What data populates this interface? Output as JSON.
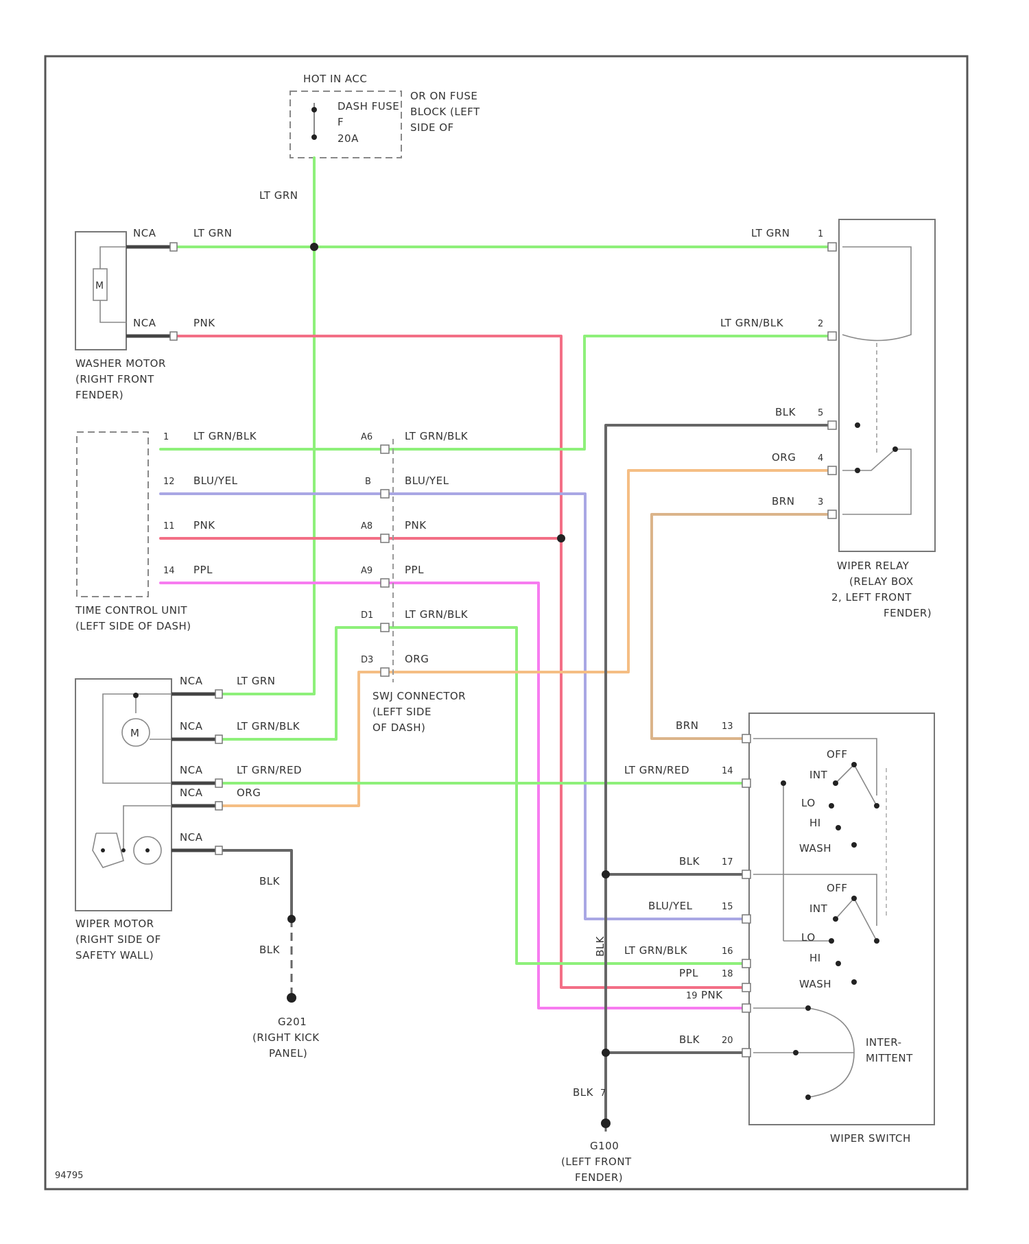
{
  "colors": {
    "lt_grn": "#8ef07a",
    "pnk": "#f36f86",
    "blu_yel": "#a9a7e4",
    "ppl": "#f77cf0",
    "org": "#f5be84",
    "brn": "#dbb48a",
    "blk": "#666666"
  },
  "fuse": {
    "hot_label": "HOT IN ACC",
    "name": "DASH FUSE",
    "number": "F",
    "rating": "20A",
    "location_1": "OR ON FUSE",
    "location_2": "BLOCK (LEFT",
    "location_3": "SIDE OF"
  },
  "washer_motor": {
    "pin_top": "NCA",
    "pin_bottom": "NCA",
    "symbol": "M",
    "caption_1": "WASHER MOTOR",
    "caption_2": "(RIGHT FRONT",
    "caption_3": "FENDER)"
  },
  "time_control_unit": {
    "caption_1": "TIME CONTROL UNIT",
    "caption_2": "(LEFT SIDE OF DASH)"
  },
  "joint_connector": {
    "caption_1": "SWJ CONNECTOR",
    "caption_2": "(LEFT SIDE",
    "caption_3": "OF DASH)"
  },
  "wiper_motor": {
    "pins": [
      "NCA",
      "NCA",
      "NCA",
      "NCA",
      "NCA"
    ],
    "symbol": "M",
    "caption_1": "WIPER MOTOR",
    "caption_2": "(RIGHT SIDE OF",
    "caption_3": "SAFETY WALL)"
  },
  "ground_g201": {
    "caption_1": "G201",
    "caption_2": "(RIGHT KICK",
    "caption_3": "PANEL)"
  },
  "ground_g100": {
    "caption_1": "G100",
    "caption_2": "(LEFT FRONT",
    "caption_3": "FENDER)"
  },
  "wiper_relay": {
    "caption_1": "WIPER RELAY",
    "caption_2": "(RELAY BOX",
    "caption_3": "2, LEFT FRONT",
    "caption_4": "FENDER)"
  },
  "wiper_switch": {
    "caption": "WIPER SWITCH",
    "pos_off_1": "OFF",
    "pos_int_1": "INT",
    "pos_lo_1": "LO",
    "pos_hi_1": "HI",
    "pos_wash_1": "WASH",
    "pos_off_2": "OFF",
    "pos_int_2": "INT",
    "pos_lo_2": "LO",
    "pos_hi_2": "HI",
    "pos_wash_2": "WASH",
    "intermittent_1": "INTER-",
    "intermittent_2": "MITTENT"
  },
  "wires": {
    "fuse_drop": "LT GRN",
    "washer_top": "LT GRN",
    "washer_bottom": "PNK",
    "relay_1": "LT GRN",
    "relay_1_pin": "1",
    "relay_2": "LT GRN/BLK",
    "relay_2_pin": "2",
    "relay_5": "BLK",
    "relay_5_pin": "5",
    "relay_4": "ORG",
    "relay_4_pin": "4",
    "relay_3": "BRN",
    "relay_3_pin": "3",
    "tcu_1": "LT GRN/BLK",
    "tcu_1_pin": "1",
    "tcu_12": "BLU/YEL",
    "tcu_12_pin": "12",
    "tcu_11": "PNK",
    "tcu_11_pin": "11",
    "tcu_14": "PPL",
    "tcu_14_pin": "14",
    "jc_a6": "LT GRN/BLK",
    "jc_a6_pin": "A6",
    "jc_b": "BLU/YEL",
    "jc_b_pin": "B",
    "jc_a8": "PNK",
    "jc_a8_pin": "A8",
    "jc_a9": "PPL",
    "jc_a9_pin": "A9",
    "jc_d1": "LT GRN/BLK",
    "jc_d1_pin": "D1",
    "jc_d3": "ORG",
    "jc_d3_pin": "D3",
    "wm_1": "LT GRN",
    "wm_2": "LT GRN/BLK",
    "wm_3": "LT GRN/RED",
    "wm_4": "ORG",
    "wm_gnd_1": "BLK",
    "wm_gnd_2": "BLK",
    "sw_13": "BRN",
    "sw_13_pin": "13",
    "sw_14": "LT GRN/RED",
    "sw_14_pin": "14",
    "sw_17": "BLK",
    "sw_17_pin": "17",
    "sw_15": "BLU/YEL",
    "sw_15_pin": "15",
    "sw_16": "LT GRN/BLK",
    "sw_16_pin": "16",
    "sw_18": "PPL",
    "sw_18_pin": "18",
    "sw_19": "PNK",
    "sw_19_pin": "19",
    "sw_20": "BLK",
    "sw_20_pin": "20",
    "gnd_vertical": "BLK",
    "gnd_lower": "BLK",
    "gnd_lower_pin": "7"
  },
  "figure_id": "94795"
}
